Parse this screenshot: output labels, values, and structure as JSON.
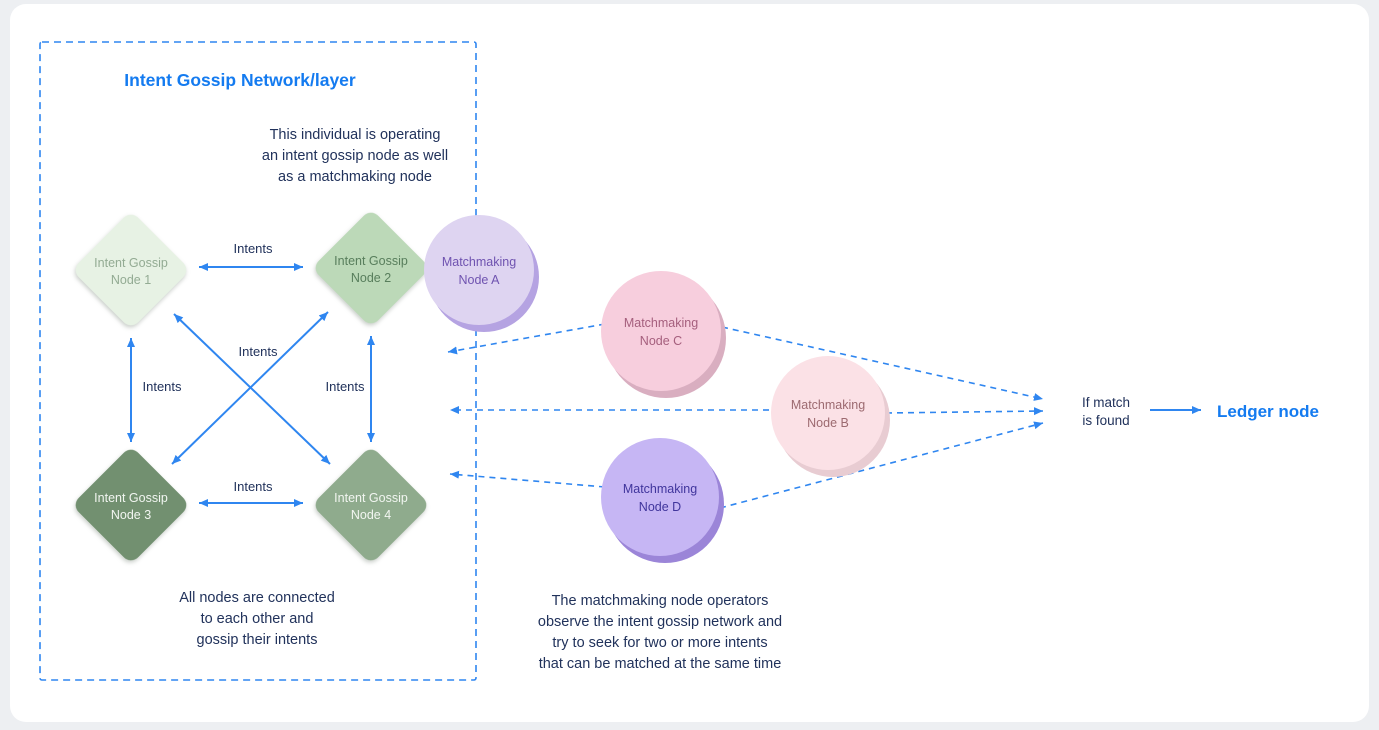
{
  "colors": {
    "page_bg": "#edeff2",
    "card_bg": "#ffffff",
    "accent_blue": "#2f86f0",
    "title_blue": "#147bf0",
    "text_navy": "#21325b",
    "node1_fill": "#e7f2e4",
    "node2_fill": "#bcd9b8",
    "node3_fill": "#729070",
    "node4_fill": "#8fab8d",
    "circleA_fill": "#ded4f1",
    "circleA_shadow": "#b5a3e2",
    "circleB_fill": "#fbe1e6",
    "circleB_shadow": "#e8ccd2",
    "circleC_fill": "#f7cedd",
    "circleC_shadow": "#d9aec0",
    "circleD_fill": "#c6b6f4",
    "circleD_shadow": "#9b85d8"
  },
  "gossip": {
    "title": "Intent Gossip Network/layer",
    "top_note": {
      "l1": "This individual is operating",
      "l2": "an intent gossip node as well",
      "l3": "as a matchmaking node"
    },
    "bottom_note": {
      "l1": "All nodes are connected",
      "l2": "to each other and",
      "l3": "gossip their intents"
    },
    "edge_label": "Intents",
    "nodes": [
      {
        "l1": "Intent Gossip",
        "l2": "Node 1"
      },
      {
        "l1": "Intent Gossip",
        "l2": "Node 2"
      },
      {
        "l1": "Intent Gossip",
        "l2": "Node 3"
      },
      {
        "l1": "Intent Gossip",
        "l2": "Node 4"
      }
    ]
  },
  "matchmaking": {
    "nodes": [
      {
        "l1": "Matchmaking",
        "l2": "Node A"
      },
      {
        "l1": "Matchmaking",
        "l2": "Node B"
      },
      {
        "l1": "Matchmaking",
        "l2": "Node C"
      },
      {
        "l1": "Matchmaking",
        "l2": "Node D"
      }
    ],
    "note": {
      "l1": "The matchmaking node operators",
      "l2": "observe the intent gossip network and",
      "l3": "try to seek for two or more intents",
      "l4": "that can be matched at the same time"
    }
  },
  "flow": {
    "if_match": {
      "l1": "If match",
      "l2": "is found"
    },
    "ledger": "Ledger node"
  }
}
